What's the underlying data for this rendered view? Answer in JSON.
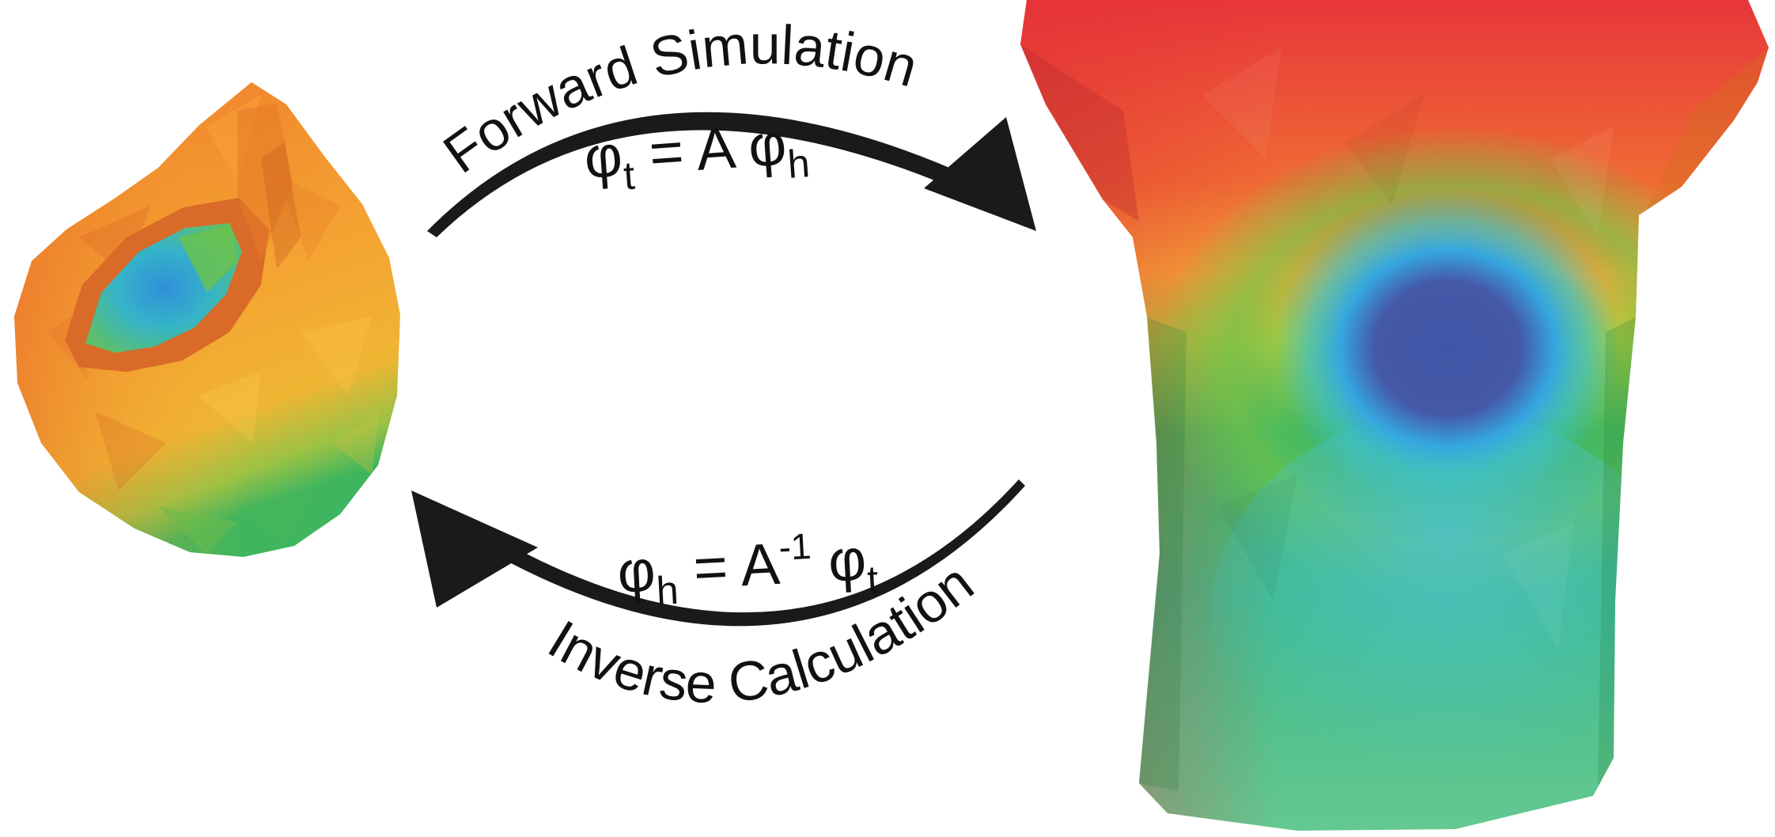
{
  "forward": {
    "label": "Forward Simulation",
    "eq_lhs": "φ",
    "eq_lhs_sub": "t",
    "eq_mid": " = A φ",
    "eq_rhs_sub": "h"
  },
  "inverse": {
    "label": "Inverse Calculation",
    "eq_lhs": "φ",
    "eq_lhs_sub": "h",
    "eq_mid": " = A",
    "eq_sup": "-1",
    "eq_rhs": " φ",
    "eq_rhs_sub": "t"
  },
  "colors": {
    "arrow": "#1a1a1a",
    "red": "#e8363a",
    "orange": "#f08a2c",
    "yellow": "#f3c030",
    "green": "#4fbf5a",
    "cyan": "#3bbde8",
    "blue": "#3f57a8",
    "teal": "#4fc2a3"
  }
}
